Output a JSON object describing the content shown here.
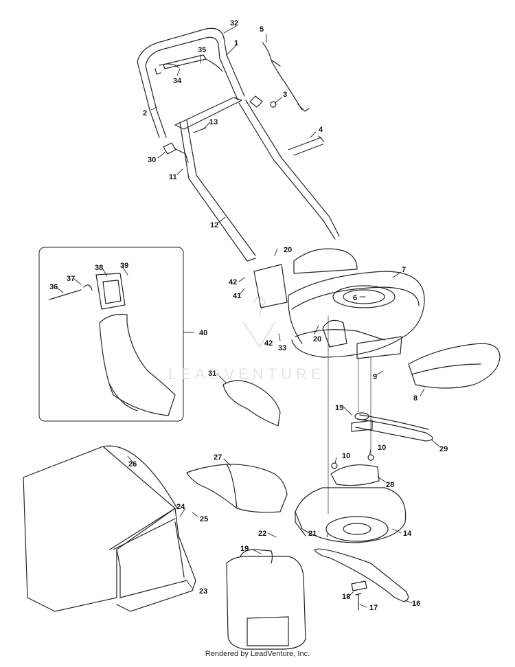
{
  "diagram": {
    "callouts": {
      "c1": "1",
      "c2": "2",
      "c3": "3",
      "c4": "4",
      "c5": "5",
      "c6": "6",
      "c7": "7",
      "c8": "8",
      "c9": "9",
      "c10a": "10",
      "c10b": "10",
      "c11": "11",
      "c12": "12",
      "c13": "13",
      "c14": "14",
      "c15": "15",
      "c16": "16",
      "c17": "17",
      "c18": "18",
      "c19": "19",
      "c20a": "20",
      "c20b": "20",
      "c21": "21",
      "c22": "22",
      "c23": "23",
      "c24": "24",
      "c25": "25",
      "c26": "26",
      "c27": "27",
      "c28": "28",
      "c29": "29",
      "c30": "30",
      "c31": "31",
      "c32": "32",
      "c33": "33",
      "c34": "34",
      "c35": "35",
      "c36": "36",
      "c37": "37",
      "c38": "38",
      "c39": "39",
      "c40": "40",
      "c41": "41",
      "c42a": "42",
      "c42b": "42"
    },
    "watermark": "LEADVENTURE",
    "footer": "Rendered by LeadVenture, Inc."
  }
}
